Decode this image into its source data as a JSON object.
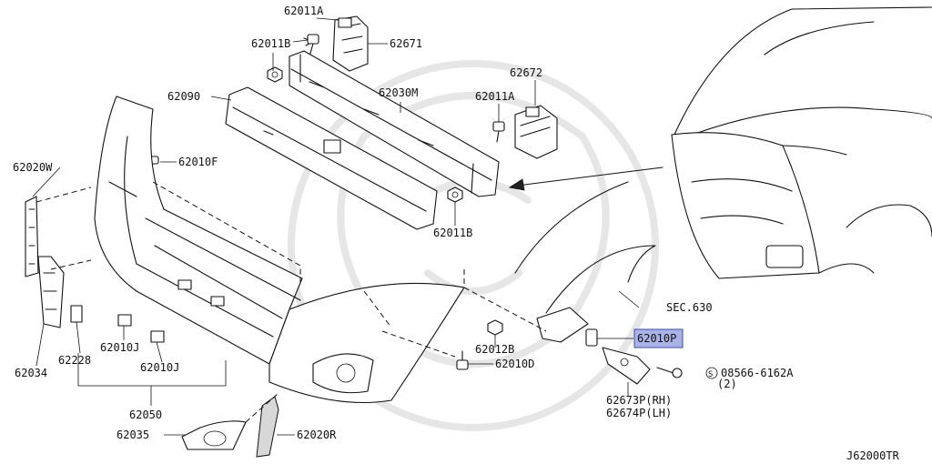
{
  "diagram_code": "J62000TR",
  "highlight_color": "#a9b3e6",
  "labels": {
    "p62011A_top": "62011A",
    "p62671": "62671",
    "p62011B_top": "62011B",
    "p62672": "62672",
    "p62011A_mid": "62011A",
    "p62030M": "62030M",
    "p62090": "62090",
    "p62010F": "62010F",
    "p62020W": "62020W",
    "p62011B_bot": "62011B",
    "sec630": "SEC.630",
    "p62010P": "62010P",
    "p62012B": "62012B",
    "p62010D": "62010D",
    "p08566": "08566-6162A",
    "p08566_qty": "(2)",
    "p62673P": "62673P(RH)",
    "p62674P": "62674P(LH)",
    "p62034": "62034",
    "p62228": "62228",
    "p62010J_a": "62010J",
    "p62010J_b": "62010J",
    "p62050": "62050",
    "p62035": "62035",
    "p62020R": "62020R"
  },
  "symbols": {
    "screw_prefix": "S"
  }
}
